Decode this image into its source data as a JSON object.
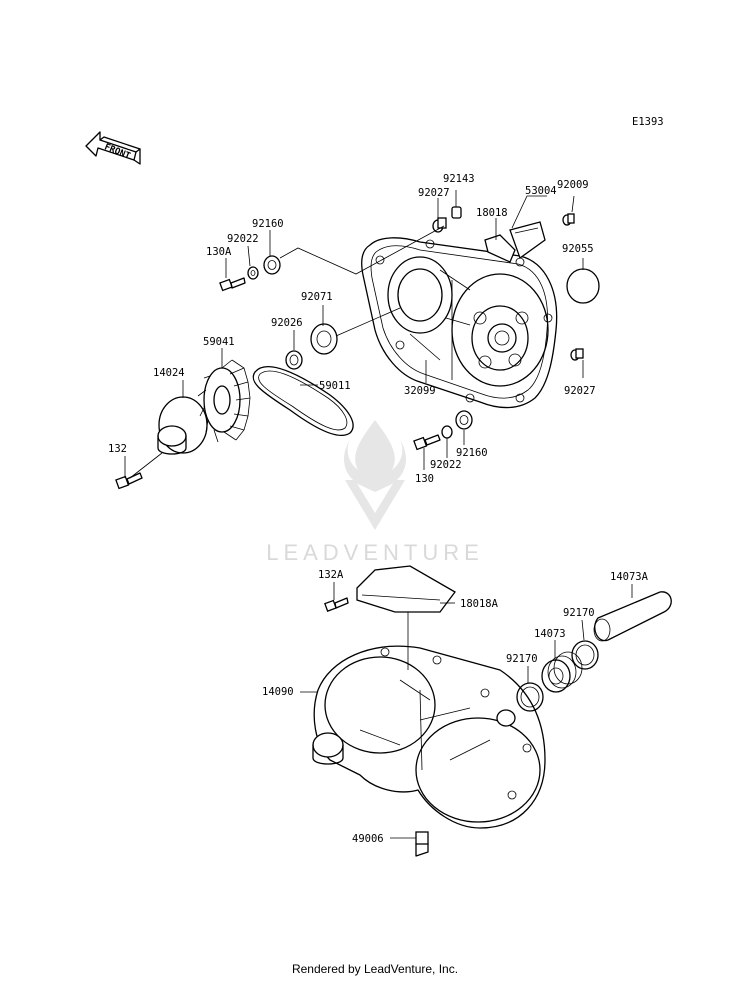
{
  "diagram_code": "E1393",
  "front_label": "FRONT",
  "watermark": "LEADVENTURE",
  "footer": "Rendered by LeadVenture, Inc.",
  "callouts": {
    "c92143": "92143",
    "c92027a": "92027",
    "c53004": "53004",
    "c92009": "92009",
    "c18018": "18018",
    "c92160a": "92160",
    "c92022a": "92022",
    "c130A": "130A",
    "c92055": "92055",
    "c92071": "92071",
    "c92026": "92026",
    "c59041": "59041",
    "c14024": "14024",
    "c59011": "59011",
    "c32099": "32099",
    "c92027b": "92027",
    "c132": "132",
    "c92160b": "92160",
    "c92022b": "92022",
    "c130": "130",
    "c132A": "132A",
    "c18018A": "18018A",
    "c14073A": "14073A",
    "c92170a": "92170",
    "c14073": "14073",
    "c92170b": "92170",
    "c14090": "14090",
    "c49006": "49006"
  }
}
